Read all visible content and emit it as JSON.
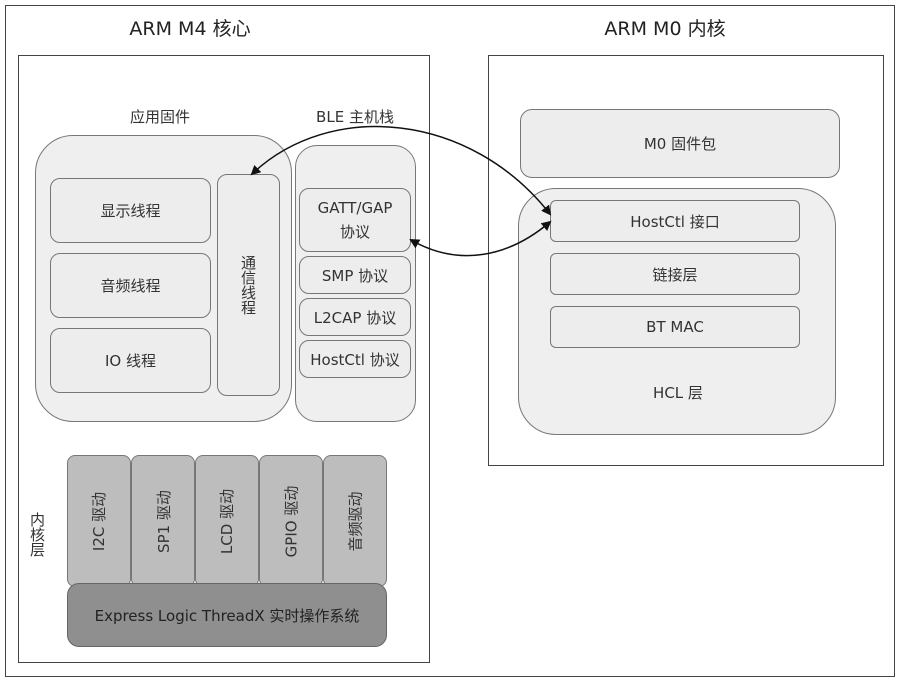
{
  "m4": {
    "title": "ARM M4 核心",
    "app": {
      "label": "应用固件",
      "threads": [
        "显示线程",
        "音频线程",
        "IO 线程"
      ],
      "comm_thread": "通信线程"
    },
    "ble": {
      "label": "BLE 主机栈",
      "layers": [
        "GATT/GAP 协议",
        "SMP 协议",
        "L2CAP 协议",
        "HostCtl 协议"
      ]
    },
    "kernel": {
      "label": "内核层",
      "drivers": [
        "I2C 驱动",
        "SP1 驱动",
        "LCD 驱动",
        "GPIO 驱动",
        "音频驱动"
      ],
      "rtos": "Express Logic ThreadX 实时操作系统"
    }
  },
  "m0": {
    "title": "ARM M0 内核",
    "firmware_pkg": "M0 固件包",
    "hcl": {
      "label": "HCL 层",
      "layers": [
        "HostCtl 接口",
        "链接层",
        "BT MAC"
      ]
    }
  }
}
